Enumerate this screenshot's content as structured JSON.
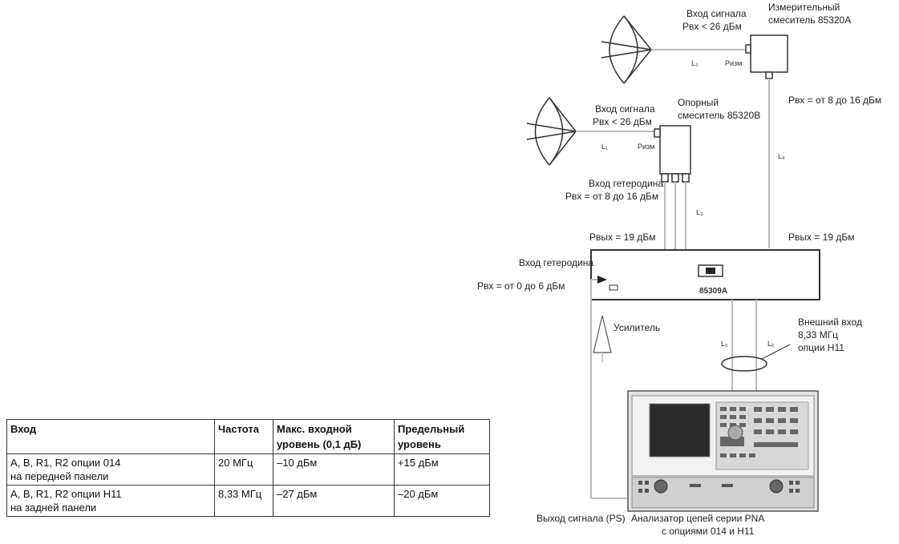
{
  "diagram": {
    "measure_mixer": {
      "line1": "Вход сигнала",
      "line2": "Рвх < 26 дБм",
      "title1": "Измерительный",
      "title2": "смеситель 85320А",
      "lo_input": "Рвх = от 8 до 16 дБм"
    },
    "ref_mixer": {
      "line1": "Вход сигнала",
      "line2": "Рвх < 26 дБм",
      "title1": "Опорный",
      "title2": "смеситель 85320В"
    },
    "ref_lo": {
      "line1": "Вход гетеродина",
      "line2": "Рвх = от 8 до 16 дБм"
    },
    "pout_left": "Рвых = 19 дБм",
    "pout_right": "Рвых = 19 дБм",
    "unit_lo": {
      "line1": "Вход гетеродина",
      "line2": "Рвх = от 0 до 6 дБм"
    },
    "unit_label": "85309A",
    "amplifier": "Усилитель",
    "ext_input": {
      "line1": "Внешний вход",
      "line2": "8,33 МГц",
      "line3": "опции Н11"
    },
    "cables": {
      "l1": "L₁",
      "l2": "L₂",
      "l3": "L₃",
      "l4": "L₄",
      "l5": "L₅",
      "l6": "L₆"
    },
    "p_meas": "Pизм",
    "p_ref": "Pизм",
    "signal_out": "Выход сигнала (PS)",
    "analyzer": {
      "line1": "Анализатор цепей серии PNA",
      "line2": "с опциями 014 и Н11"
    }
  },
  "table": {
    "headers": {
      "input": "Вход",
      "freq": "Частота",
      "maxin1": "Макс. входной",
      "maxin2": "уровень (0,1 дБ)",
      "lim1": "Предельный",
      "lim2": "уровень"
    },
    "rows": [
      {
        "input1": "А, В, R1, R2 опции 014",
        "input2": "на передней панели",
        "freq": "20 МГц",
        "max": "–10 дБм",
        "limit": "+15 дБм"
      },
      {
        "input1": "А, В, R1, R2 опции Н11",
        "input2": "на задней панели",
        "freq": "8,33 МГц",
        "max": "–27 дБм",
        "limit": "–20 дБм"
      }
    ]
  }
}
